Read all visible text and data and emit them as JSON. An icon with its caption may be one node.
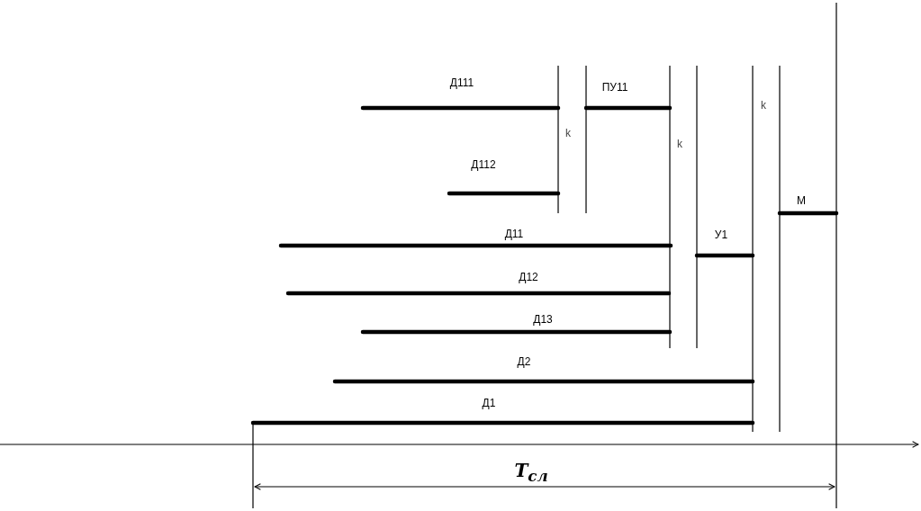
{
  "diagram": {
    "labels": [
      "Д111",
      "ПУ11",
      "k",
      "k",
      "k",
      "Д112",
      "М",
      "Д11",
      "У1",
      "Д12",
      "Д13",
      "Д2",
      "Д1",
      "Т$_{сл}$"
    ]
  }
}
